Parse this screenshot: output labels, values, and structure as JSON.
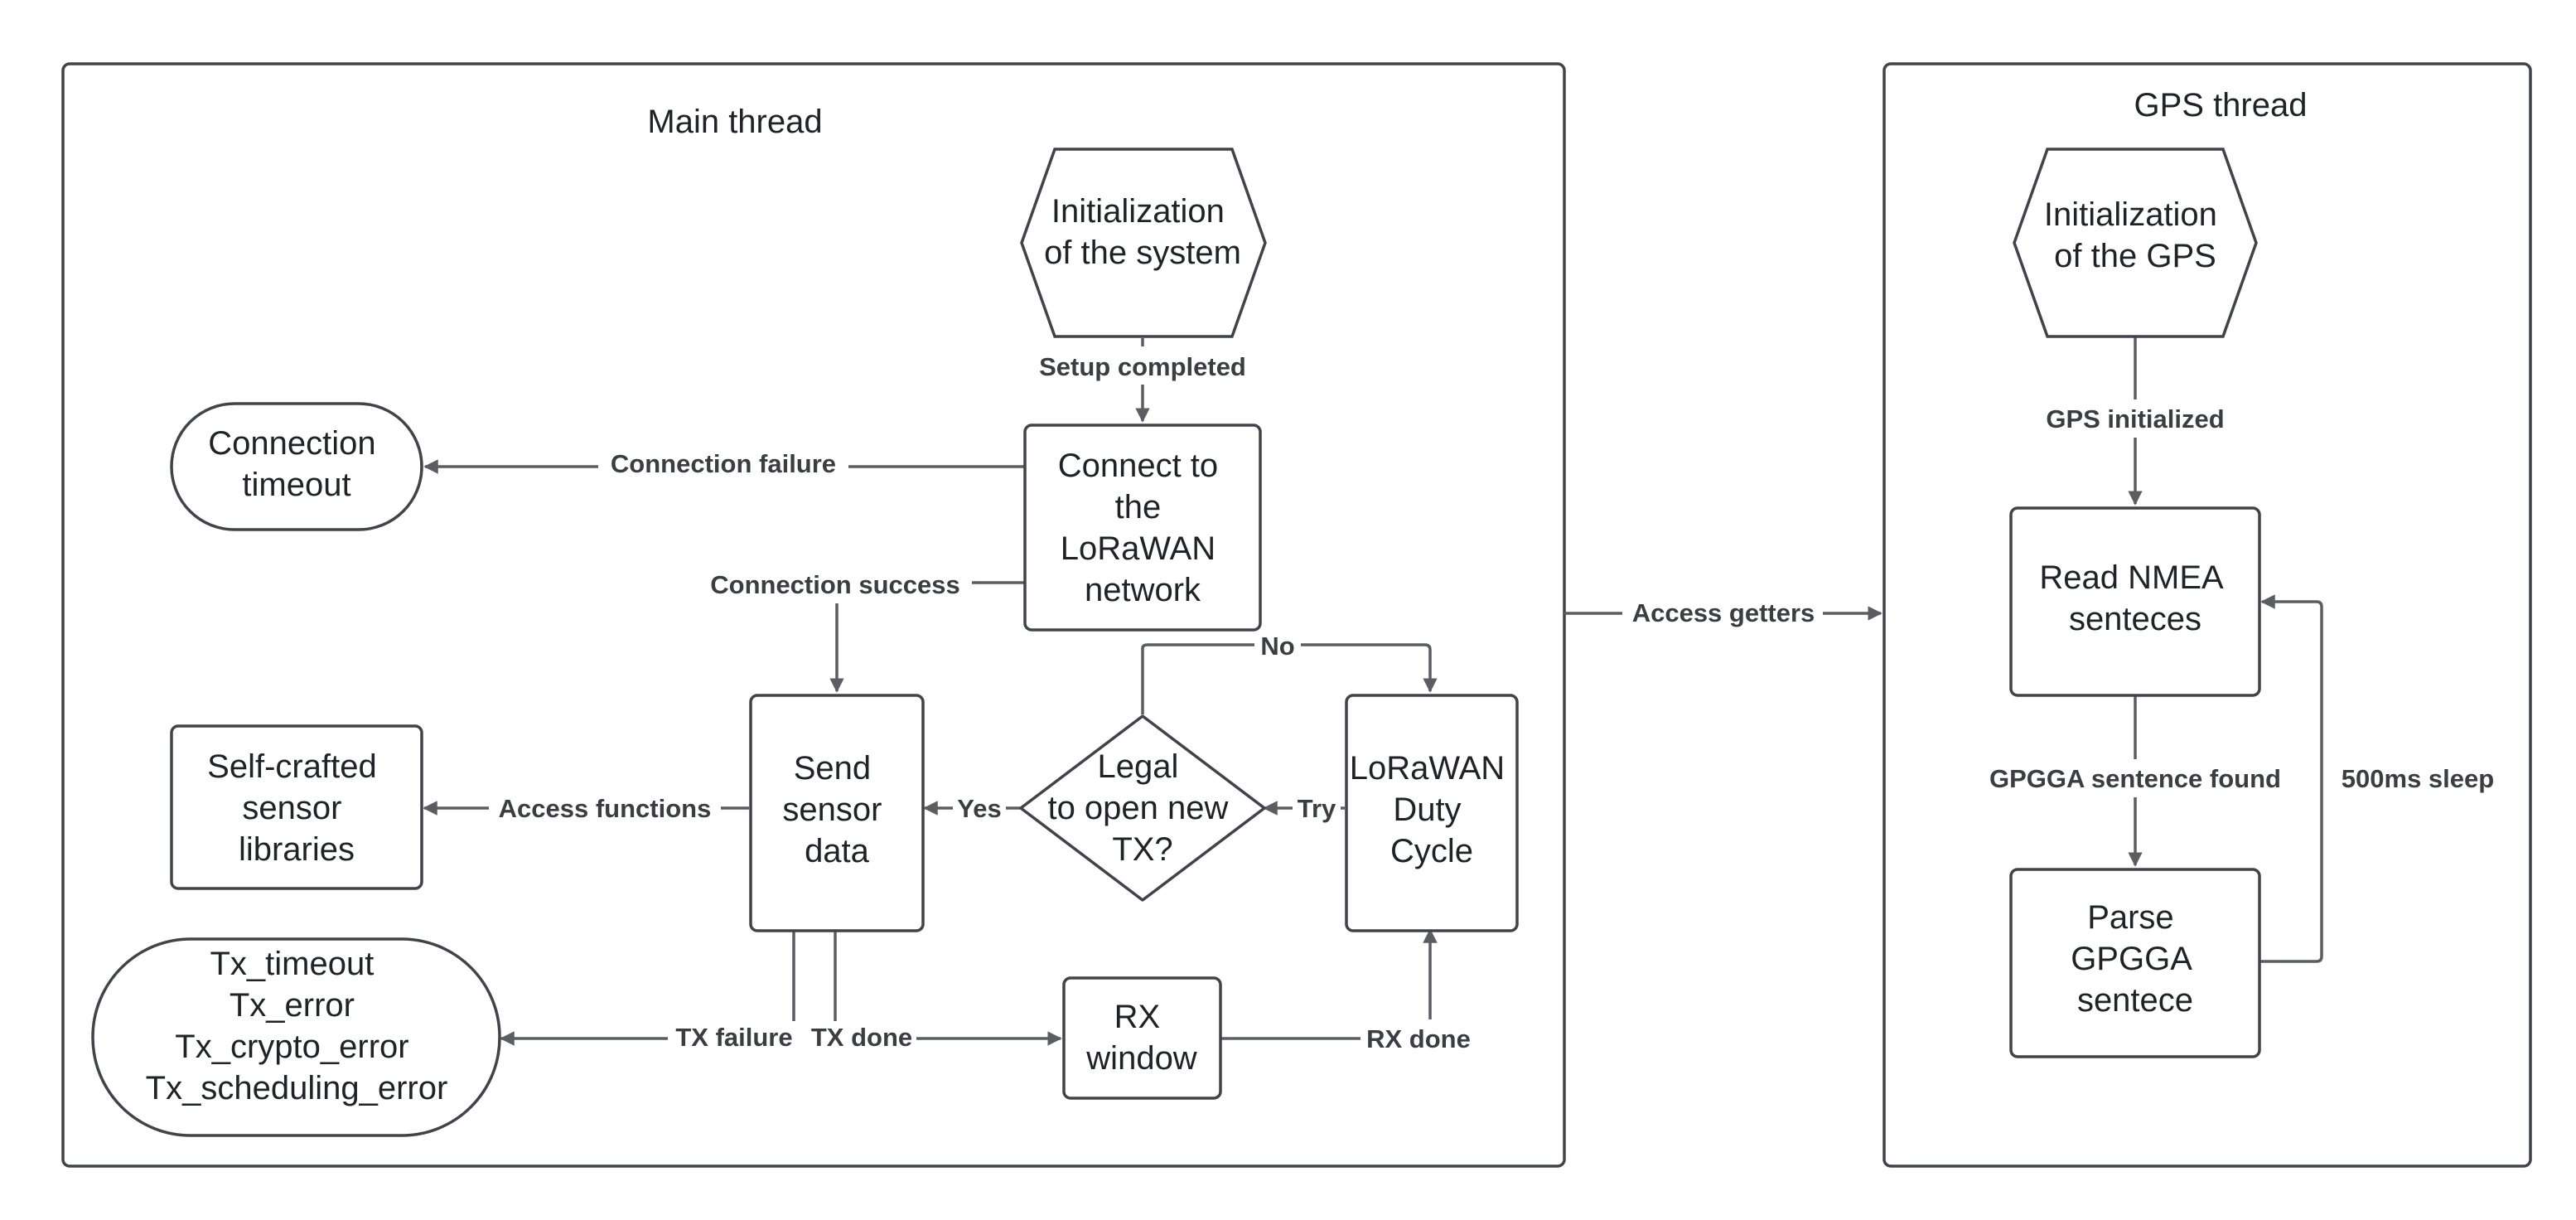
{
  "main_thread": {
    "title": "Main thread",
    "nodes": {
      "init_system": [
        "Initialization",
        "of the system"
      ],
      "connect": [
        "Connect to",
        "the",
        "LoRaWAN",
        "network"
      ],
      "conn_timeout": [
        "Connection",
        "timeout"
      ],
      "send": [
        "Send",
        "sensor",
        "data"
      ],
      "legal": [
        "Legal",
        "to open new",
        "TX?"
      ],
      "duty": [
        "LoRaWAN",
        "Duty",
        "Cycle"
      ],
      "libraries": [
        "Self-crafted",
        "sensor",
        "libraries"
      ],
      "errors": [
        "Tx_timeout",
        "Tx_error",
        "Tx_crypto_error",
        "Tx_scheduling_error"
      ],
      "rx": [
        "RX",
        "window"
      ]
    },
    "edges": {
      "setup_completed": "Setup completed",
      "connection_failure": "Connection failure",
      "connection_success": "Connection success",
      "no": "No",
      "yes": "Yes",
      "try": "Try",
      "access_functions": "Access functions",
      "tx_failure": "TX failure",
      "tx_done": "TX done",
      "rx_done": "RX done"
    }
  },
  "between": {
    "access_getters": "Access getters"
  },
  "gps_thread": {
    "title": "GPS thread",
    "nodes": {
      "init_gps": [
        "Initialization",
        "of the GPS"
      ],
      "read": [
        "Read NMEA",
        "senteces"
      ],
      "parse": [
        "Parse",
        "GPGGA",
        "sentece"
      ]
    },
    "edges": {
      "gps_initialized": "GPS initialized",
      "gpgga_found": "GPGGA sentence found",
      "sleep": "500ms sleep"
    }
  }
}
